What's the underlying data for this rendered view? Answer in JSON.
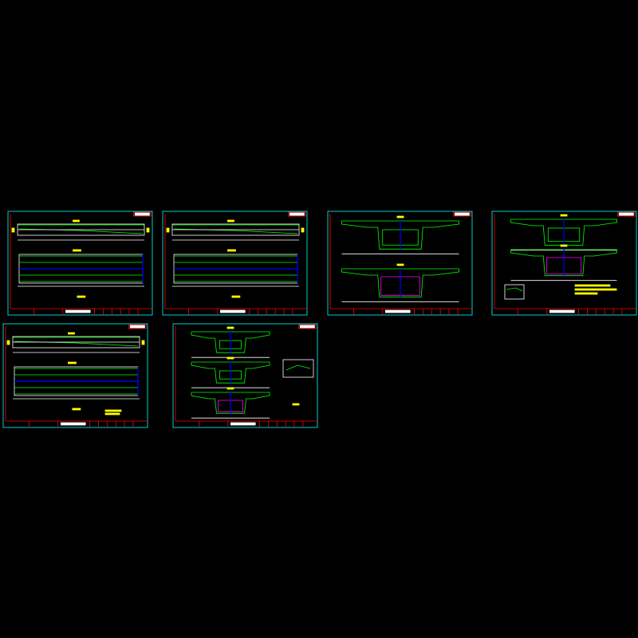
{
  "colors": {
    "background": "#000000",
    "frame": "#00ffff",
    "title_block": "#ff0000",
    "concrete_outline": "#00ff00",
    "dimension": "#ffffff",
    "centerline": "#0000ff",
    "highlight": "#ff00ff",
    "label": "#ffff00"
  },
  "sheets": [
    {
      "kind": "elevation"
    },
    {
      "kind": "elevation"
    },
    {
      "kind": "section"
    },
    {
      "kind": "section-detail"
    },
    {
      "kind": "elevation-notes"
    },
    {
      "kind": "section-triple"
    }
  ]
}
